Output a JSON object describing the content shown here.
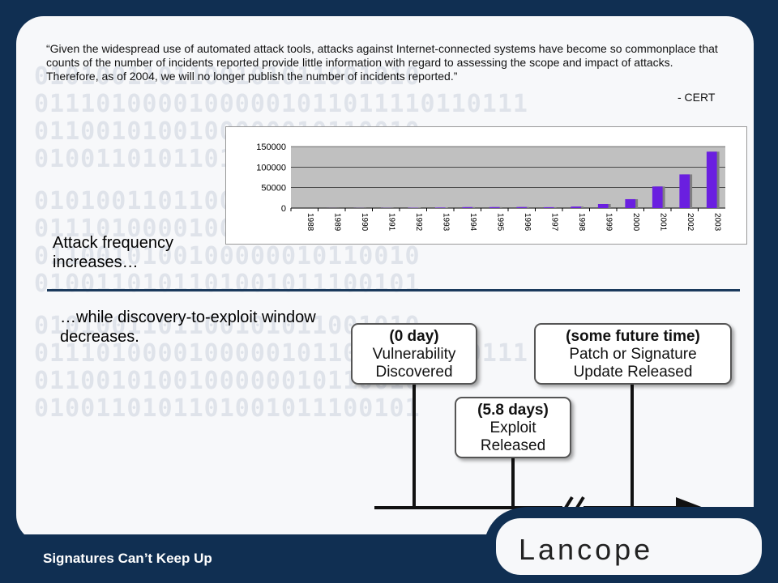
{
  "quote": {
    "text": "“Given the widespread use of automated attack tools, attacks against Internet-connected systems have become so commonplace that counts of the number of incidents reported provide little information with regard to assessing the scope and impact of attacks. Therefore, as of 2004, we will no longer publish the number of incidents reported.”",
    "attribution": "- CERT"
  },
  "chart_data": {
    "type": "bar",
    "categories": [
      "1988",
      "1989",
      "1990",
      "1991",
      "1992",
      "1993",
      "1994",
      "1995",
      "1996",
      "1997",
      "1998",
      "1999",
      "2000",
      "2001",
      "2002",
      "2003"
    ],
    "values": [
      6,
      132,
      252,
      406,
      773,
      1334,
      2340,
      2412,
      2573,
      2134,
      3734,
      9859,
      21756,
      52658,
      82094,
      137529
    ],
    "yticks": [
      "0",
      "50000",
      "100000",
      "150000"
    ],
    "ylim": [
      0,
      150000
    ],
    "grid": true,
    "bar_color": "#6a1fe0",
    "title": "",
    "xlabel": "",
    "ylabel": ""
  },
  "headlines": {
    "frequency": "Attack frequency increases…",
    "window": "…while discovery-to-exploit window decreases."
  },
  "timeline": {
    "boxes": [
      {
        "title": "(0 day)",
        "line1": "Vulnerability",
        "line2": "Discovered"
      },
      {
        "title": "(5.8 days)",
        "line1": "Exploit",
        "line2": "Released"
      },
      {
        "title": "(some future time)",
        "line1": "Patch or Signature",
        "line2": "Update Released"
      }
    ]
  },
  "background": {
    "binary_rows": [
      "0101001101100101011001010",
      "01110100001000001011011110110111",
      "0110010100100000010110010",
      "0100110101101001011100101"
    ]
  },
  "brand": {
    "logo": "Lancope"
  },
  "footer": {
    "title": "Signatures Can’t Keep Up"
  }
}
